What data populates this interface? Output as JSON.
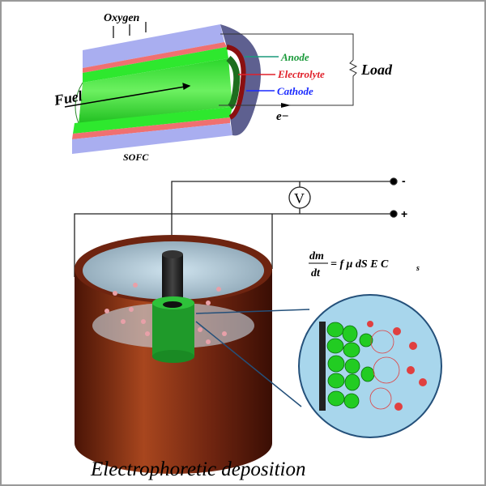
{
  "sofc": {
    "oxygen": "Oxygen",
    "fuel": "Fuel",
    "anode": "Anode",
    "electrolyte": "Electrolyte",
    "cathode": "Cathode",
    "load": "Load",
    "electron": "e−",
    "caption": "SOFC",
    "colors": {
      "anode": "#1a9a3a",
      "electrolyte": "#e0202a",
      "cathode": "#1a2aff"
    }
  },
  "epd": {
    "voltmeter": "V",
    "minus": "-",
    "plus": "+",
    "equation": {
      "numerator": "dm",
      "denominator": "dt",
      "rhs": "= f μ dS E C",
      "subscript": "s"
    },
    "title": "Electrophoretic deposition"
  }
}
